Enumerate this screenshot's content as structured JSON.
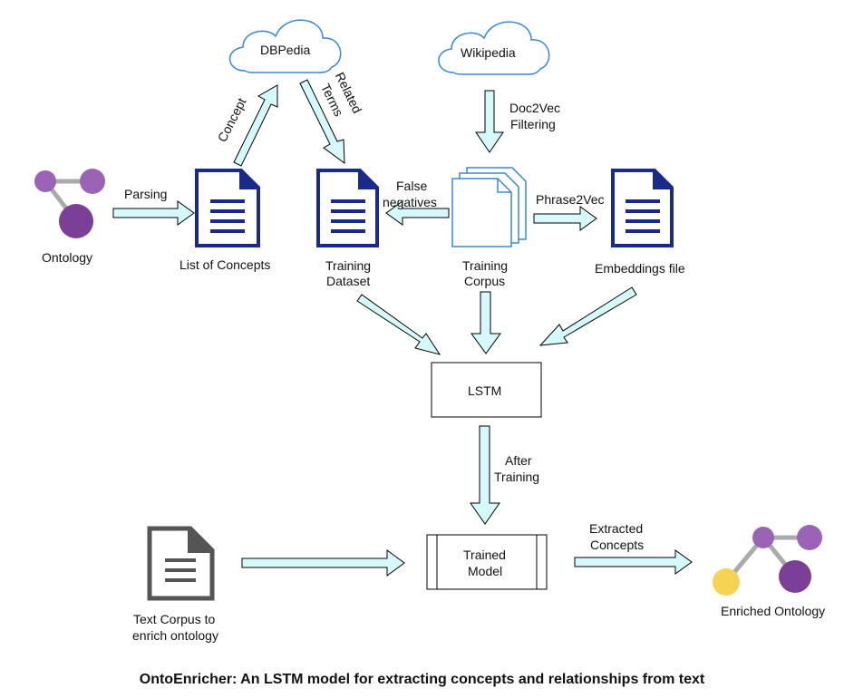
{
  "nodes": {
    "ontology": "Ontology",
    "list_of_concepts": "List of Concepts",
    "dbpedia": "DBPedia",
    "wikipedia": "Wikipedia",
    "training_dataset_l1": "Training",
    "training_dataset_l2": "Dataset",
    "training_corpus_l1": "Training",
    "training_corpus_l2": "Corpus",
    "embeddings_file": "Embeddings file",
    "lstm": "LSTM",
    "trained_model_l1": "Trained",
    "trained_model_l2": "Model",
    "text_corpus_l1": "Text Corpus to",
    "text_corpus_l2": "enrich ontology",
    "enriched_ontology": "Enriched Ontology"
  },
  "edges": {
    "parsing": "Parsing",
    "concept": "Concept",
    "related_terms_l1": "Related",
    "related_terms_l2": "Terms",
    "doc2vec_l1": "Doc2Vec",
    "doc2vec_l2": "Filtering",
    "false_negatives_l1": "False",
    "false_negatives_l2": "negatives",
    "phrase2vec": "Phrase2Vec",
    "after_training_l1": "After",
    "after_training_l2": "Training",
    "extracted_concepts_l1": "Extracted",
    "extracted_concepts_l2": "Concepts"
  },
  "caption": "OntoEnricher: An LSTM model for extracting concepts and relationships from text",
  "colors": {
    "arrow_fill": "#d6fafc",
    "doc_blue": "#1a2a8a",
    "cloud_blue": "#3b86d6",
    "purple_dark": "#7b3f98",
    "purple_light": "#9a63b5",
    "gray_link": "#aaaaaa",
    "yellow_node": "#f7d354",
    "gray_doc": "#555555"
  }
}
